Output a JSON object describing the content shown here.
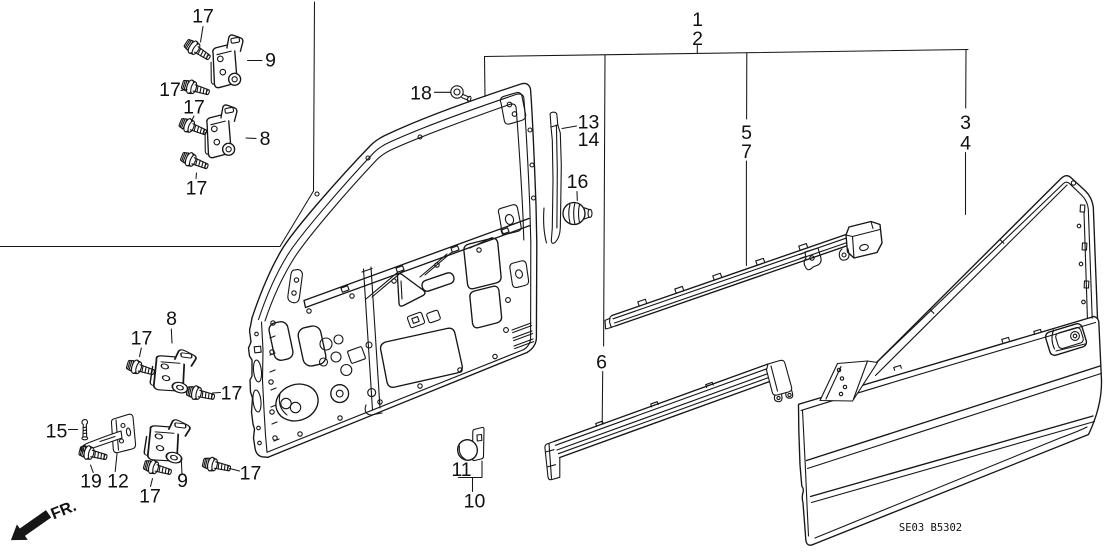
{
  "diagram": {
    "code": "SE03 B5302",
    "direction_label": "FR.",
    "background_color": "#ffffff",
    "line_color": "#161616"
  },
  "callouts": {
    "ref1": {
      "text": "1",
      "part": "door-assembly"
    },
    "ref2": {
      "text": "2",
      "part": "door-assembly"
    },
    "ref3": {
      "text": "3",
      "part": "outer-panel"
    },
    "ref4": {
      "text": "4",
      "part": "outer-panel"
    },
    "ref5": {
      "text": "5",
      "part": "belt-molding"
    },
    "ref7": {
      "text": "7",
      "part": "belt-molding"
    },
    "ref6": {
      "text": "6",
      "part": "side-protector"
    },
    "ref13": {
      "text": "13",
      "part": "corner-garnish"
    },
    "ref14": {
      "text": "14",
      "part": "corner-garnish"
    },
    "ref16": {
      "text": "16",
      "part": "grommet"
    },
    "ref18": {
      "text": "18",
      "part": "frame-bolt"
    },
    "ref9_upper": {
      "text": "9",
      "part": "upper-hinge"
    },
    "ref8_upper": {
      "text": "8",
      "part": "lower-hinge"
    },
    "ref17_a": {
      "text": "17",
      "part": "hinge-bolt"
    },
    "ref17_b": {
      "text": "17",
      "part": "hinge-bolt"
    },
    "ref17_c": {
      "text": "17",
      "part": "hinge-bolt"
    },
    "ref17_d": {
      "text": "17",
      "part": "hinge-bolt"
    },
    "ref8_lower": {
      "text": "8",
      "part": "upper-hinge-door-side"
    },
    "ref9_lower": {
      "text": "9",
      "part": "lower-hinge-door-side"
    },
    "ref17_e": {
      "text": "17",
      "part": "hinge-bolt"
    },
    "ref17_f": {
      "text": "17",
      "part": "hinge-bolt"
    },
    "ref17_g": {
      "text": "17",
      "part": "hinge-bolt"
    },
    "ref17_h": {
      "text": "17",
      "part": "hinge-bolt"
    },
    "ref12": {
      "text": "12",
      "part": "door-checker"
    },
    "ref15": {
      "text": "15",
      "part": "checker-pin"
    },
    "ref19": {
      "text": "19",
      "part": "checker-bolt"
    },
    "ref11": {
      "text": "11",
      "part": "hole-cap"
    },
    "ref10": {
      "text": "10",
      "part": "hole-plate"
    }
  }
}
